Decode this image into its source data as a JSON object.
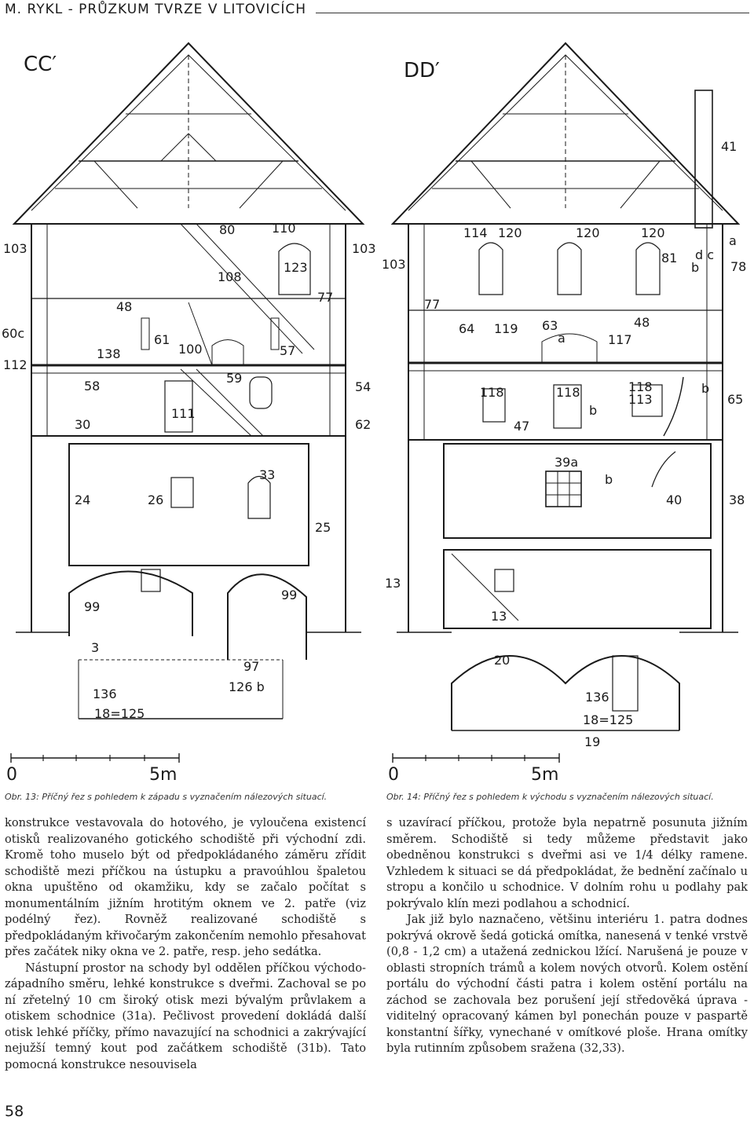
{
  "header": {
    "title": "M. RYKL - PRŮZKUM TVRZE V LITOVICÍCH"
  },
  "figures": {
    "left": {
      "section_label": "CC′",
      "labels": [
        "103",
        "80",
        "110",
        "103",
        "108",
        "123",
        "48",
        "77",
        "60c",
        "61",
        "100",
        "57",
        "138",
        "112",
        "58",
        "59",
        "54",
        "111",
        "30",
        "62",
        "33",
        "24",
        "26",
        "25",
        "99",
        "99",
        "3",
        "97",
        "126 b",
        "136",
        "18=125"
      ],
      "scale_start": "0",
      "scale_end": "5m"
    },
    "right": {
      "section_label": "DD′",
      "labels": [
        "41",
        "114",
        "120",
        "120",
        "120",
        "103",
        "81",
        "d c",
        "b",
        "a",
        "78",
        "77",
        "64",
        "119",
        "63",
        "48",
        "117",
        "a",
        "118",
        "118",
        "118",
        "113",
        "b",
        "65",
        "47",
        "b",
        "39a",
        "b",
        "40",
        "38",
        "13",
        "13",
        "20",
        "136",
        "18=125",
        "19"
      ],
      "scale_start": "0",
      "scale_end": "5m"
    }
  },
  "captions": {
    "left": "Obr. 13: Příčný řez s pohledem k západu s vyznačením nálezových situací.",
    "right": "Obr. 14: Příčný řez s pohledem k východu s vyznačením nálezových situací."
  },
  "text": {
    "left_col": [
      "konstrukce vestavovala do hotového, je vyloučena existencí otisků realizovaného gotického schodiště při východní zdi. Kromě toho muselo být od předpokládaného záměru zřídit schodiště mezi příčkou na ústupku a pravoúhlou špaletou okna upuštěno od okamžiku, kdy se začalo počítat s monumentálním jižním hrotitým oknem ve 2. patře (viz podélný řez). Rovněž realizované schodiště s předpokládaným křivočarým zakončením nemohlo přesahovat přes začátek niky okna ve 2. patře, resp. jeho sedátka.",
      "Nástupní prostor na schody byl oddělen příčkou východo-západního směru, lehké konstrukce s dveřmi. Zachoval se po ní zřetelný 10 cm široký otisk mezi bývalým průvlakem a otiskem schodnice (31a). Pečlivost provedení dokládá další otisk lehké příčky, přímo navazující na schodnici a zakrývající nejužší temný kout pod začátkem schodiště (31b). Tato pomocná konstrukce nesouvisela"
    ],
    "right_col": [
      "s uzavírací příčkou, protože byla nepatrně posunuta jižním směrem. Schodiště si tedy můžeme představit jako obedněnou konstrukci s dveřmi asi ve 1/4 délky ramene. Vzhledem k situaci se dá předpokládat, že bednění začínalo u stropu a končilo u schodnice. V dolním rohu u podlahy pak pokrývalo klín mezi podlahou a schodnicí.",
      "Jak již bylo naznačeno, většinu interiéru 1. patra dodnes pokrývá okrově šedá gotická omítka, nanesená v tenké vrstvě (0,8 - 1,2 cm) a utažená zednickou lžící. Narušená je pouze v oblasti stropních trámů a kolem nových otvorů. Kolem ostění portálu do východní části patra i kolem ostění portálu na záchod se zachovala bez porušení její středověká úprava - viditelný opracovaný kámen byl ponechán pouze v paspartě konstantní šířky, vynechané v omítkové ploše. Hrana omítky byla rutinním způsobem sražena (32,33)."
    ]
  },
  "page_number": "58"
}
